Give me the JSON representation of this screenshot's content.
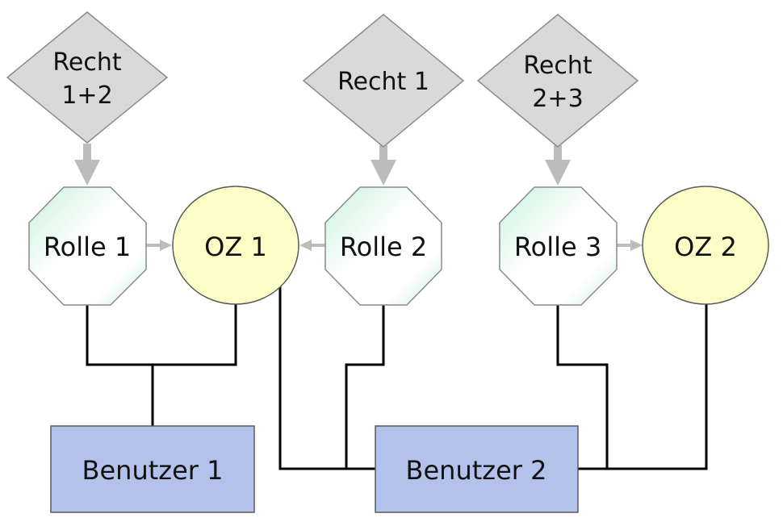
{
  "rights": [
    {
      "id": "recht-1-2",
      "lines": [
        "Recht",
        "1+2"
      ]
    },
    {
      "id": "recht-1",
      "lines": [
        "Recht 1"
      ]
    },
    {
      "id": "recht-2-3",
      "lines": [
        "Recht",
        "2+3"
      ]
    }
  ],
  "roles": [
    {
      "id": "rolle-1",
      "label": "Rolle 1"
    },
    {
      "id": "rolle-2",
      "label": "Rolle 2"
    },
    {
      "id": "rolle-3",
      "label": "Rolle 3"
    }
  ],
  "org_units": [
    {
      "id": "oz-1",
      "label": "OZ 1"
    },
    {
      "id": "oz-2",
      "label": "OZ 2"
    }
  ],
  "users": [
    {
      "id": "benutzer-1",
      "label": "Benutzer 1"
    },
    {
      "id": "benutzer-2",
      "label": "Benutzer 2"
    }
  ],
  "colors": {
    "right_fill": "#d9d9d9",
    "role_gradient": [
      "#c8f2dc",
      "#ffffff"
    ],
    "org_unit_fill": "#fdfdc8",
    "user_fill": "#b3c2ea",
    "arrow": "#bcbcbc",
    "connector": "#000000"
  }
}
